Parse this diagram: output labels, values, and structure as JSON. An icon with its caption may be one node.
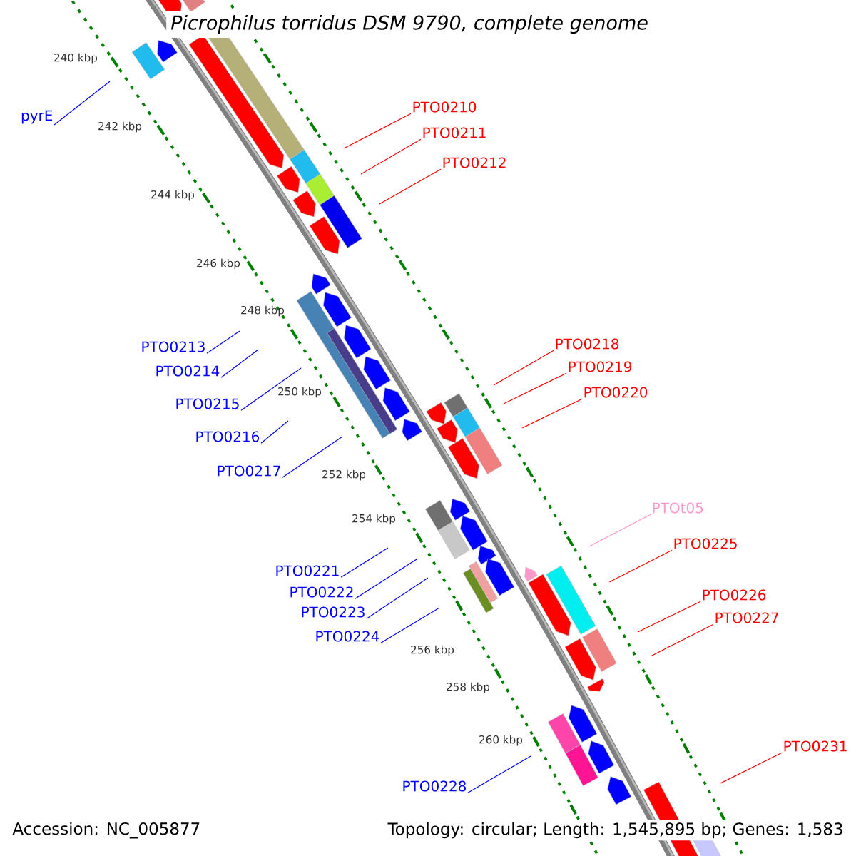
{
  "diagram": {
    "title": "Picrophilus torridus DSM 9790, complete genome",
    "nodes": [
      {
        "text": [
          "PTO0210"
        ]
      },
      {
        "text": [
          "pyrE"
        ]
      },
      {
        "text": [
          "PTO0211"
        ]
      },
      {
        "text": [
          "PTO0212"
        ]
      },
      {
        "text": [
          "PTO0218"
        ]
      },
      {
        "text": [
          "PTO0213"
        ]
      },
      {
        "text": [
          "PTO0219"
        ]
      },
      {
        "text": [
          "PTO0214"
        ]
      },
      {
        "text": [
          "PTO0220"
        ]
      },
      {
        "text": [
          "PTO0215"
        ]
      },
      {
        "text": [
          "PTO0216"
        ]
      },
      {
        "text": [
          "PTO0217"
        ]
      },
      {
        "text": [
          "PTOt05"
        ]
      },
      {
        "text": [
          "PTO0225"
        ]
      },
      {
        "text": [
          "PTO0221"
        ]
      },
      {
        "text": [
          "PTO0222"
        ]
      },
      {
        "text": [
          "PTO0226"
        ]
      },
      {
        "text": [
          "PTO0223"
        ]
      },
      {
        "text": [
          "PTO0227"
        ]
      },
      {
        "text": [
          "PTO0224"
        ]
      },
      {
        "text": [
          "PTO0231"
        ]
      },
      {
        "text": [
          "PTO0228"
        ]
      }
    ],
    "edges": [
      {
        "from": 0,
        "to": null,
        "arrow": "none",
        "color": "#ff0000"
      },
      {
        "from": 1,
        "to": null,
        "arrow": "none"
      },
      {
        "from": 2,
        "to": null,
        "arrow": "none",
        "color": "#ff0000"
      },
      {
        "from": 3,
        "to": null,
        "arrow": "none",
        "color": "#ff0000"
      },
      {
        "from": 4,
        "to": null,
        "arrow": "none",
        "color": "#ff0000"
      },
      {
        "from": 5,
        "to": null,
        "arrow": "none"
      },
      {
        "from": 6,
        "to": null,
        "arrow": "none",
        "color": "#ff0000"
      },
      {
        "from": 7,
        "to": null,
        "arrow": "none"
      },
      {
        "from": 8,
        "to": null,
        "arrow": "none",
        "color": "#ff0000"
      },
      {
        "from": 9,
        "to": null,
        "arrow": "none"
      },
      {
        "from": 10,
        "to": null,
        "arrow": "none"
      },
      {
        "from": 11,
        "to": null,
        "arrow": "none"
      },
      {
        "from": 12,
        "to": null,
        "arrow": "none",
        "color": "#ff99cc"
      },
      {
        "from": 13,
        "to": null,
        "arrow": "none",
        "color": "#ff0000"
      },
      {
        "from": 14,
        "to": null,
        "arrow": "none"
      },
      {
        "from": 15,
        "to": null,
        "arrow": "none"
      },
      {
        "from": 16,
        "to": null,
        "arrow": "none",
        "color": "#ff0000"
      },
      {
        "from": 17,
        "to": null,
        "arrow": "none"
      },
      {
        "from": 18,
        "to": null,
        "arrow": "none",
        "color": "#ff0000"
      },
      {
        "from": 19,
        "to": null,
        "arrow": "none"
      },
      {
        "from": 20,
        "to": null,
        "arrow": "none",
        "color": "#ff0000"
      },
      {
        "from": 21,
        "to": null,
        "arrow": "none"
      }
    ],
    "labels": [
      "240 kbp",
      "242 kbp",
      "244 kbp",
      "246 kbp",
      "248 kbp",
      "250 kbp",
      "252 kbp",
      "254 kbp",
      "256 kbp",
      "258 kbp",
      "260 kbp",
      "Accession: NC_005877",
      "Topology: circular; Length: 1,545,895 bp; Genes: 1,583"
    ]
  }
}
